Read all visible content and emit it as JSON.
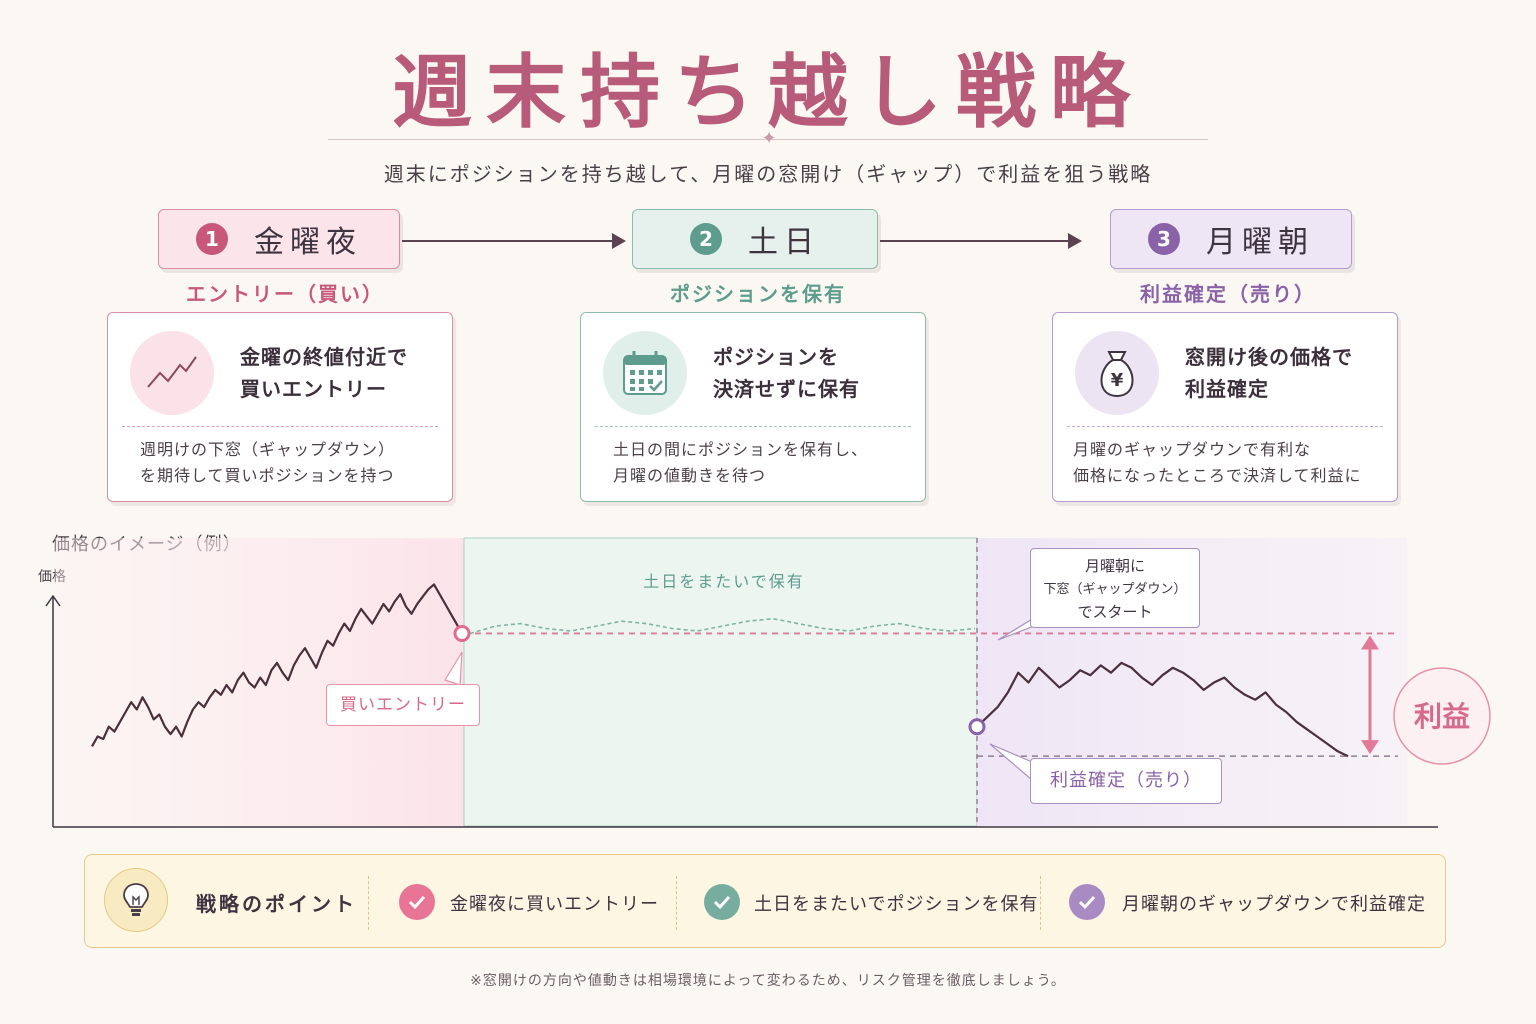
{
  "title": "週末持ち越し戦略",
  "subtitle": "週末にポジションを持ち越して、月曜の窓開け（ギャップ）で利益を狙う戦略",
  "steps": [
    {
      "num": "1",
      "label": "金曜夜",
      "action": "エントリー（買い）",
      "heading_1": "金曜の終値付近で",
      "heading_2": "買いエントリー",
      "body_1": "週明けの下窓（ギャップダウン）",
      "body_2": "を期待して買いポジションを持つ",
      "icon": "trend-up-icon",
      "color": "#c7587a"
    },
    {
      "num": "2",
      "label": "土日",
      "action": "ポジションを保有",
      "heading_1": "ポジションを",
      "heading_2": "決済せずに保有",
      "body_1": "土日の間にポジションを保有し、",
      "body_2": "月曜の値動きを待つ",
      "icon": "calendar-icon",
      "color": "#5e9c8e"
    },
    {
      "num": "3",
      "label": "月曜朝",
      "action": "利益確定（売り）",
      "heading_1": "窓開け後の価格で",
      "heading_2": "利益確定",
      "body_1": "月曜のギャップダウンで有利な",
      "body_2": "価格になったところで決済して利益に",
      "icon": "money-bag-icon",
      "color": "#8a62a8"
    }
  ],
  "chart": {
    "title": "価格のイメージ（例）",
    "y_label": "価格",
    "weekend_label": "土日をまたいで保有",
    "entry_label": "買いエントリー",
    "gap_callout_1": "月曜朝に",
    "gap_callout_2": "下窓（ギャップダウン）",
    "gap_callout_3": "でスタート",
    "exit_label": "利益確定（売り）",
    "profit_label": "利益"
  },
  "chart_data": {
    "type": "line",
    "title": "価格のイメージ（例）",
    "ylabel": "価格",
    "xlabel": "",
    "regions": [
      "金曜夜",
      "土日",
      "月曜朝"
    ],
    "series": [
      {
        "name": "金曜夜",
        "values": [
          30,
          34,
          33,
          38,
          36,
          40,
          44,
          48,
          45,
          50,
          46,
          41,
          43,
          38,
          35,
          38,
          34,
          40,
          45,
          48,
          46,
          50,
          53,
          51,
          55,
          52,
          57,
          60,
          56,
          54,
          58,
          55,
          61,
          64,
          60,
          57,
          63,
          67,
          70,
          66,
          62,
          68,
          73,
          71,
          76,
          80,
          77,
          82,
          86,
          83,
          80,
          84,
          88,
          85,
          89,
          92,
          87,
          84,
          88,
          91,
          94,
          96,
          92,
          88,
          84,
          80,
          76
        ]
      },
      {
        "name": "土日",
        "values": [
          76,
          79,
          80,
          78,
          77,
          79,
          81,
          80,
          78,
          77,
          79,
          81,
          82,
          80,
          78,
          77,
          79,
          80,
          78,
          77,
          78
        ]
      },
      {
        "name": "月曜朝",
        "values": [
          38,
          42,
          46,
          52,
          60,
          56,
          62,
          58,
          54,
          57,
          61,
          59,
          63,
          60,
          64,
          62,
          58,
          55,
          59,
          62,
          60,
          57,
          53,
          56,
          58,
          54,
          51,
          49,
          52,
          47,
          44,
          40,
          37,
          34,
          31,
          28,
          26
        ]
      }
    ],
    "entry_level": 76,
    "exit_level": 26,
    "ylim": [
      0,
      110
    ]
  },
  "summary": {
    "title": "戦略のポイント",
    "points": [
      "金曜夜に買いエントリー",
      "土日をまたいでポジションを保有",
      "月曜朝のギャップダウンで利益確定"
    ]
  },
  "footnote": "※窓開けの方向や値動きは相場環境によって変わるため、リスク管理を徹底しましょう。",
  "colors": {
    "pink": "#c7587a",
    "green": "#5e9c8e",
    "purple": "#8a62a8",
    "line": "#4a2f3c"
  }
}
